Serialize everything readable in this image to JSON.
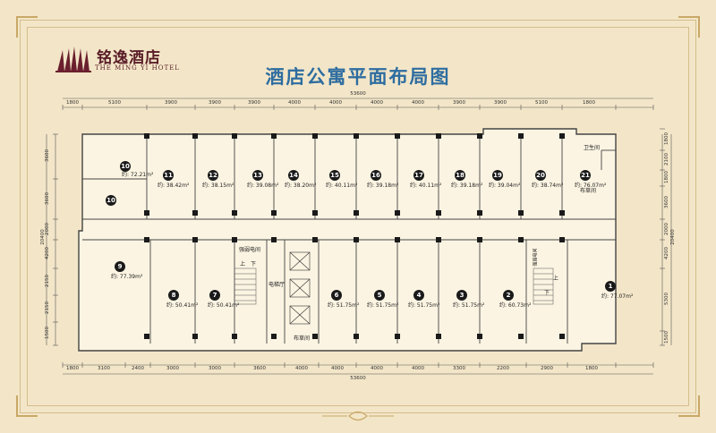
{
  "brand": {
    "name": "铭逸酒店",
    "subtitle": "THE MING YI HOTEL"
  },
  "title": "酒店公寓平面布局图",
  "dims": {
    "overall": "53600",
    "top": [
      "1800",
      "5100",
      "3900",
      "3900",
      "3900",
      "4000",
      "4000",
      "4000",
      "4000",
      "3900",
      "3900",
      "5100",
      "1800"
    ],
    "bottom": [
      "1800",
      "3100",
      "2400",
      "3000",
      "3000",
      "3600",
      "4000",
      "4000",
      "4000",
      "4000",
      "3300",
      "2200",
      "2900",
      "1800"
    ],
    "bottom_overall": "53600",
    "left": [
      "3600",
      "3600",
      "2000",
      "4200",
      "2150",
      "2150",
      "1500"
    ],
    "right": [
      "1800",
      "2100",
      "1800",
      "3600",
      "2000",
      "4200",
      "5300",
      "1500"
    ],
    "left_total": "20400",
    "right_total": "20400"
  },
  "rooms": [
    {
      "num": "10",
      "area": "约: 72.21m²"
    },
    {
      "num": "10",
      "area": ""
    },
    {
      "num": "11",
      "area": "约: 38.42m²"
    },
    {
      "num": "12",
      "area": "约: 38.15m²"
    },
    {
      "num": "13",
      "area": "约: 39.08m²"
    },
    {
      "num": "14",
      "area": "约: 38.20m²"
    },
    {
      "num": "15",
      "area": "约: 40.11m²"
    },
    {
      "num": "16",
      "area": "约: 39.18m²"
    },
    {
      "num": "17",
      "area": "约: 40.11m²"
    },
    {
      "num": "18",
      "area": "约: 39.18m²"
    },
    {
      "num": "19",
      "area": "约: 39.04m²"
    },
    {
      "num": "20",
      "area": "约: 38.74m²"
    },
    {
      "num": "21",
      "area": "约: 76.07m²"
    },
    {
      "num": "9",
      "area": "约: 77.39m²"
    },
    {
      "num": "8",
      "area": "约: 50.41m²"
    },
    {
      "num": "7",
      "area": "约: 50.41m²"
    },
    {
      "num": "6",
      "area": "约: 51.75m²"
    },
    {
      "num": "5",
      "area": "约: 51.75m²"
    },
    {
      "num": "4",
      "area": "约: 51.75m²"
    },
    {
      "num": "3",
      "area": "约: 51.75m²"
    },
    {
      "num": "2",
      "area": "约: 60.73m²"
    },
    {
      "num": "1",
      "area": "约: 77.07m²"
    }
  ],
  "labels": {
    "electrical": "强弱电间",
    "elevator_hall": "电梯厅",
    "linen": "布草间",
    "linen2": "布草间",
    "toilet": "卫生间",
    "up": "上",
    "down": "下",
    "up2": "上",
    "down2": "下",
    "shaft": "强弱电间"
  }
}
